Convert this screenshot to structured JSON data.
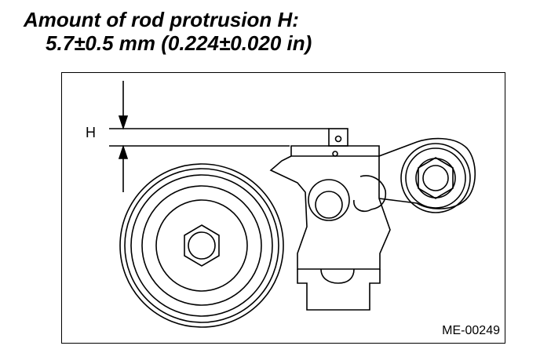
{
  "heading": {
    "line1": "Amount of rod protrusion H:",
    "line2": "5.7±0.5 mm (0.224±0.020 in)"
  },
  "diagram": {
    "dimension_label": "H",
    "figure_id": "ME-00249"
  }
}
